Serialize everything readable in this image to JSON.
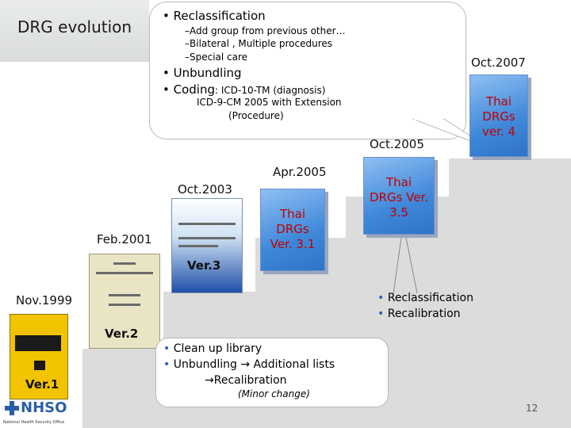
{
  "title": "DRG evolution",
  "callout": {
    "reclassification": "Reclassification",
    "sub1": "–Add group from previous other…",
    "sub2": "–Bilateral , Multiple procedures",
    "sub3": "–Special care",
    "unbundling": "Unbundling",
    "coding_label": "Coding",
    "coding_value": ": ICD-10-TM (diagnosis)",
    "coding_line2": "ICD-9-CM 2005 with Extension",
    "coding_line3": "(Procedure)"
  },
  "dates": {
    "oct2007": "Oct.2007",
    "oct2005": "Oct.2005",
    "apr2005": "Apr.2005",
    "oct2003": "Oct.2003",
    "feb2001": "Feb.2001",
    "nov1999": "Nov.1999"
  },
  "versions": {
    "v4": "Thai DRGs ver. 4",
    "v35": "Thai DRGs Ver. 3.5",
    "v31": "Thai DRGs Ver. 3.1",
    "v3": "Ver.3",
    "v2": "Ver.2",
    "v1": "Ver.1"
  },
  "right_bullets": [
    "Reclassification",
    "Recalibration"
  ],
  "lower_bubble": {
    "b1": "Clean up library",
    "b2": "Unbundling",
    "b2_arrow": "→",
    "b2_rest": " Additional lists",
    "line3_arrow": "→",
    "line3": "Recalibration",
    "note": "(Minor change)"
  },
  "logo": {
    "text": "NHSO",
    "subtitle": "National Health Security Office"
  },
  "page_number": "12",
  "colors": {
    "accent_red": "#c00000",
    "book_blue": "#3f88da",
    "step_gray": "#dcdcdc"
  }
}
